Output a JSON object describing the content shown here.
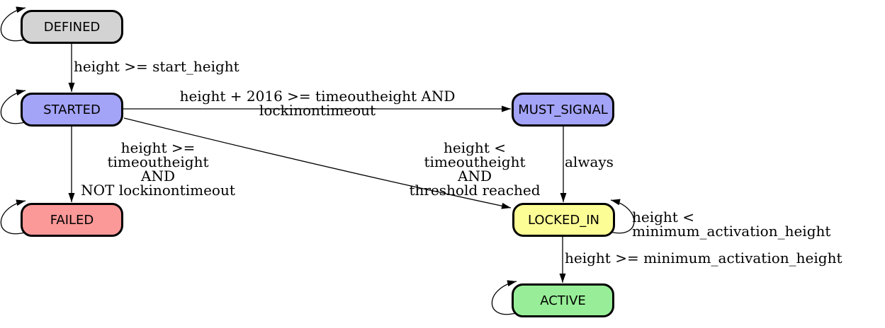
{
  "diagram": {
    "type": "state-machine",
    "background": "#ffffff",
    "edge_color": "#000000",
    "node_border_color": "#000000",
    "text_color": "#000000",
    "nodes": {
      "defined": {
        "label": "DEFINED",
        "fill": "#d3d3d3"
      },
      "started": {
        "label": "STARTED",
        "fill": "#a3a3f7"
      },
      "failed": {
        "label": "FAILED",
        "fill": "#fb9898"
      },
      "must_signal": {
        "label": "MUST_SIGNAL",
        "fill": "#a3a3f7"
      },
      "locked_in": {
        "label": "LOCKED_IN",
        "fill": "#fdfd96"
      },
      "active": {
        "label": "ACTIVE",
        "fill": "#98ee98"
      }
    },
    "edges": [
      {
        "from": "DEFINED",
        "to": "STARTED",
        "label": "height >= start_height"
      },
      {
        "from": "STARTED",
        "to": "MUST_SIGNAL",
        "label": "height + 2016 >= timeoutheight AND lockinontimeout"
      },
      {
        "from": "STARTED",
        "to": "FAILED",
        "label": "height >= timeoutheight\nAND\nNOT lockinontimeout"
      },
      {
        "from": "STARTED",
        "to": "LOCKED_IN",
        "label": "height < timeoutheight\nAND\nthreshold reached"
      },
      {
        "from": "MUST_SIGNAL",
        "to": "LOCKED_IN",
        "label": "always"
      },
      {
        "from": "LOCKED_IN",
        "to": "LOCKED_IN",
        "label": "height < minimum_activation_height"
      },
      {
        "from": "LOCKED_IN",
        "to": "ACTIVE",
        "label": "height >= minimum_activation_height"
      },
      {
        "from": "DEFINED",
        "to": "DEFINED",
        "label": ""
      },
      {
        "from": "STARTED",
        "to": "STARTED",
        "label": ""
      },
      {
        "from": "FAILED",
        "to": "FAILED",
        "label": ""
      },
      {
        "from": "ACTIVE",
        "to": "ACTIVE",
        "label": ""
      }
    ]
  }
}
